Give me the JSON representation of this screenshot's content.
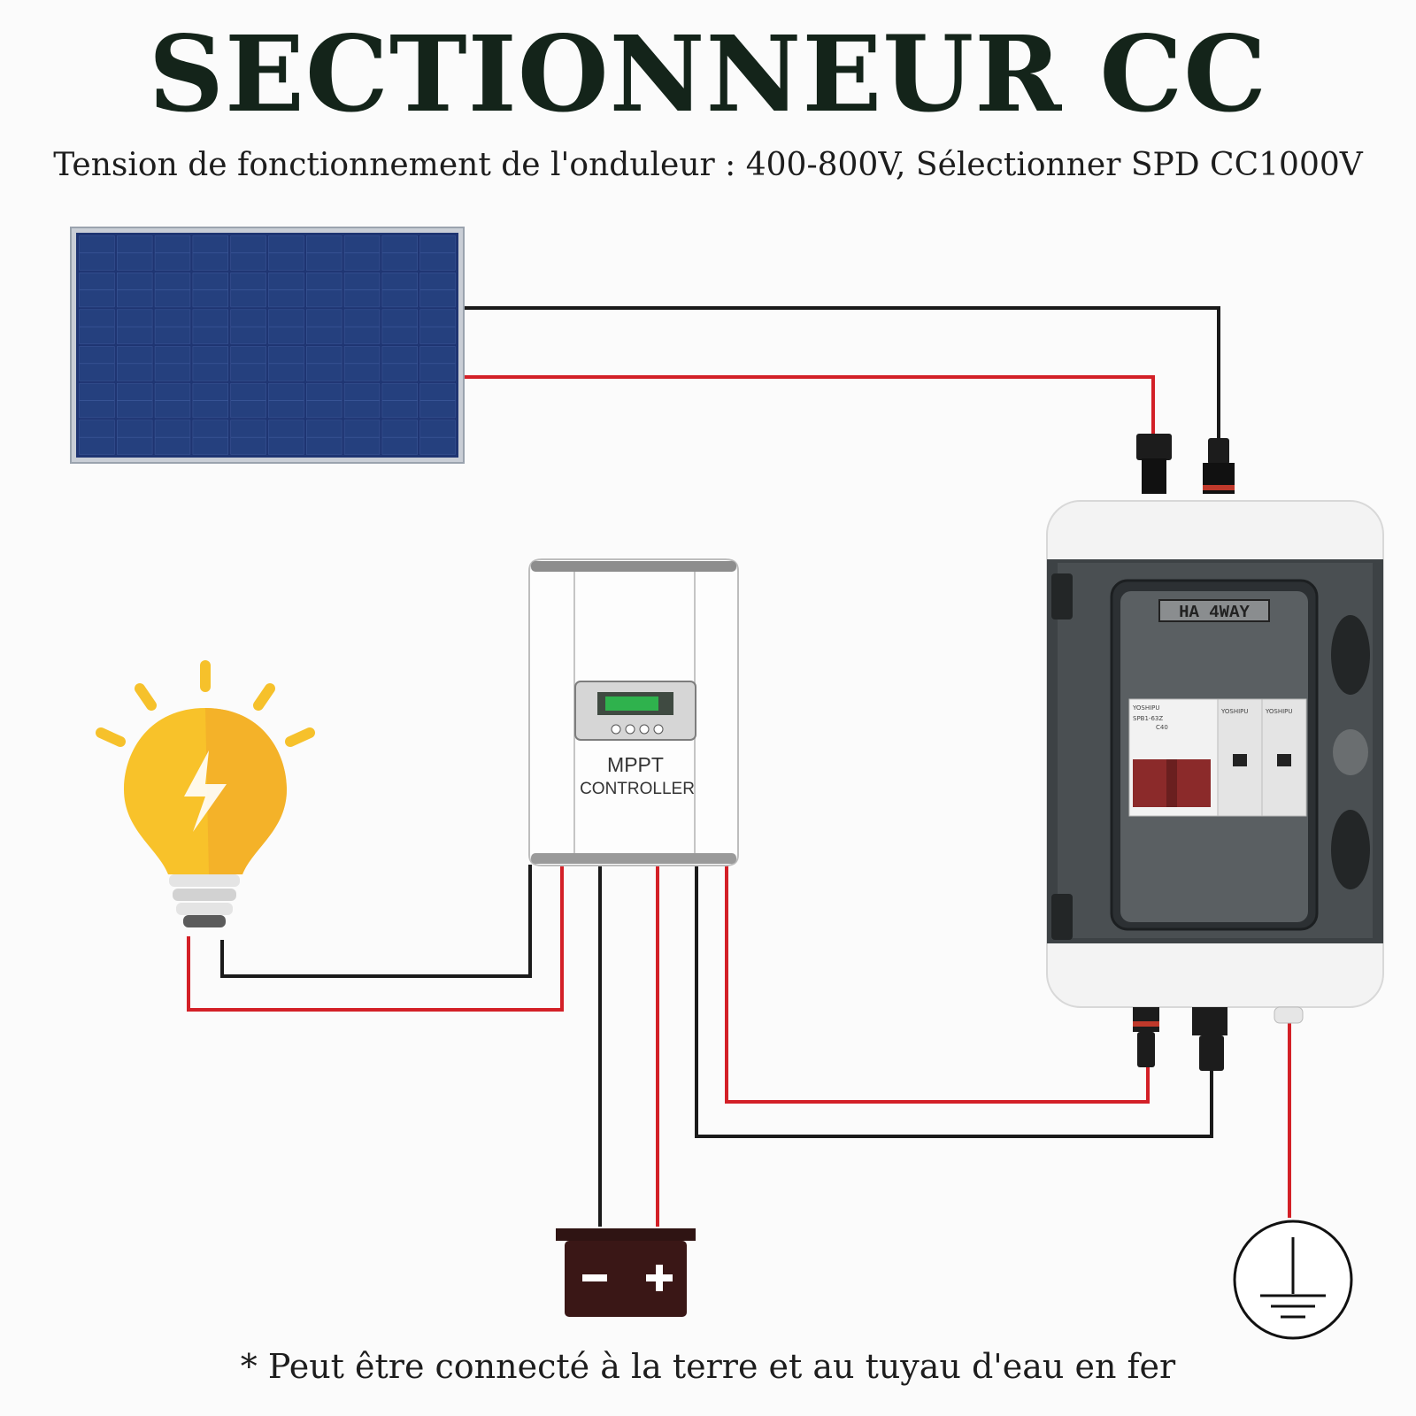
{
  "header": {
    "title": "SECTIONNEUR CC",
    "subtitle": "Tension de fonctionnement de l'onduleur : 400-800V, Sélectionner SPD CC1000V"
  },
  "controller": {
    "line1": "MPPT",
    "line2": "CONTROLLER"
  },
  "combiner_box": {
    "label": "HA 4WAY",
    "breaker_brand": "YOSHIPU",
    "breaker_model": "SPB1-63Z",
    "breaker_rating": "C40",
    "spd_brand": "YOSHIPU"
  },
  "footer": {
    "note": "* Peut être connecté à la terre et au tuyau d'eau en fer"
  },
  "colors": {
    "positive_wire": "#d32027",
    "negative_wire": "#1a1a1a",
    "panel_cell": "#25407e",
    "bulb": "#f8c22a",
    "battery": "#3a1716"
  }
}
